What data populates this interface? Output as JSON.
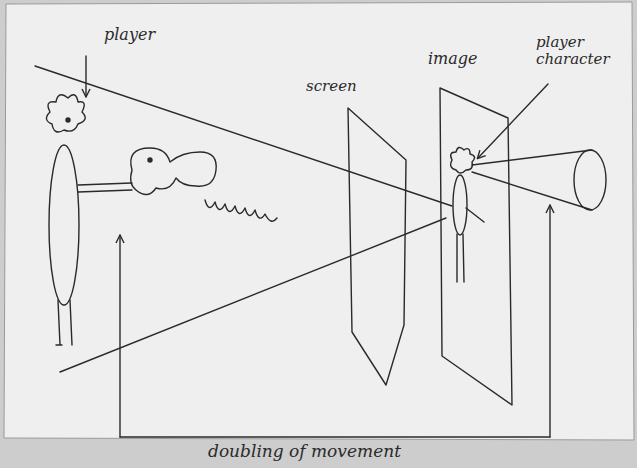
{
  "diagram": {
    "labels": [
      "player",
      "screen",
      "image",
      "player character",
      "doubling of movement"
    ]
  }
}
